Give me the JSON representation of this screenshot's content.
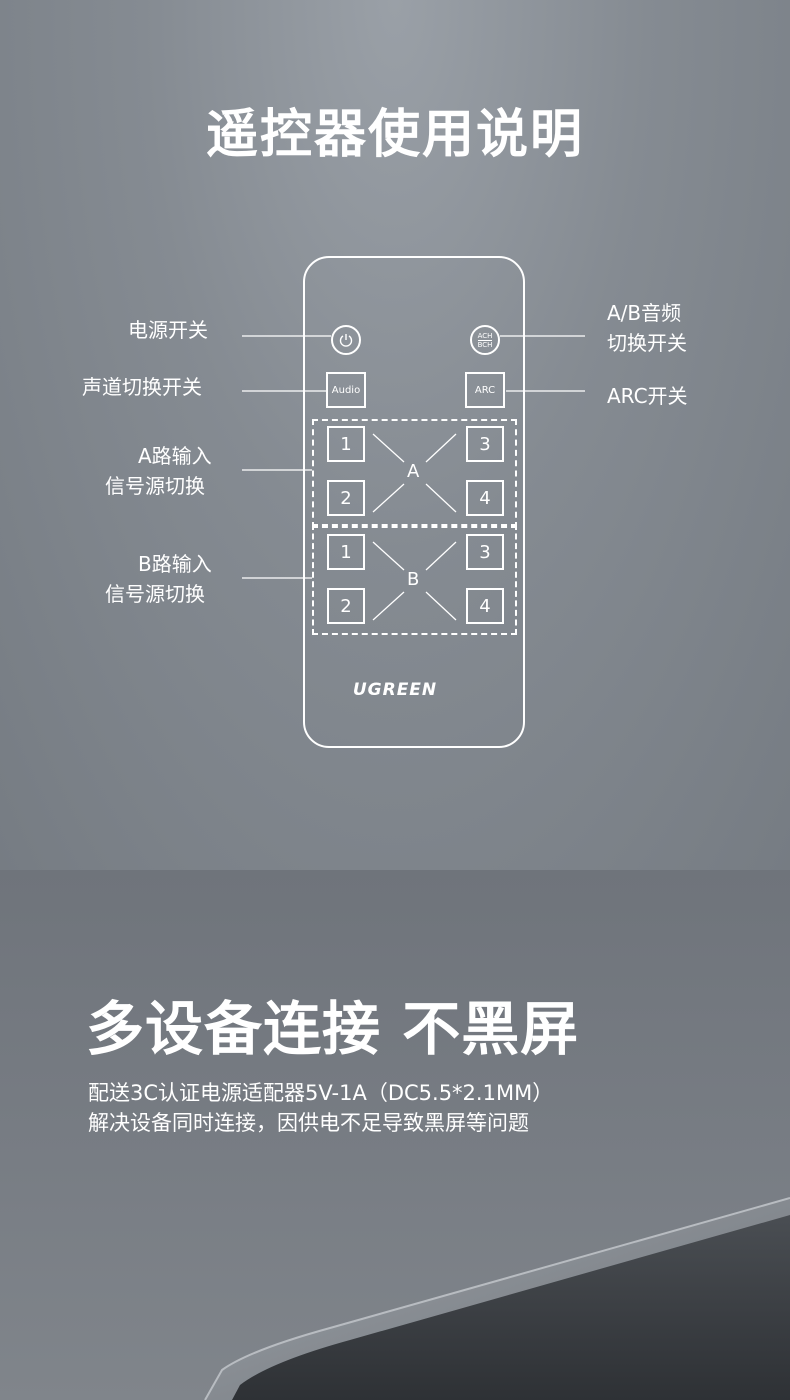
{
  "title": "遥控器使用说明",
  "remote": {
    "buttons": {
      "power_icon": "power-icon",
      "ach_bch_top": "ACH",
      "ach_bch_bottom": "BCH",
      "audio": "Audio",
      "arc": "ARC",
      "group_a": {
        "letter": "A",
        "keys": [
          "1",
          "2",
          "3",
          "4"
        ]
      },
      "group_b": {
        "letter": "B",
        "keys": [
          "1",
          "2",
          "3",
          "4"
        ]
      }
    },
    "logo": "UGREEN"
  },
  "labels": {
    "power": "电源开关",
    "channel_switch": "声道切换开关",
    "a_input_line1": "A路输入",
    "a_input_line2": "信号源切换",
    "b_input_line1": "B路输入",
    "b_input_line2": "信号源切换",
    "ab_audio_line1": "A/B音频",
    "ab_audio_line2": "切换开关",
    "arc_switch": "ARC开关"
  },
  "section2": {
    "title": "多设备连接 不黑屏",
    "desc_line1": "配送3C认证电源适配器5V-1A（DC5.5*2.1MM）",
    "desc_line2": "解决设备同时连接，因供电不足导致黑屏等问题"
  },
  "colors": {
    "foreground": "#ffffff",
    "background": "#7a8088"
  }
}
